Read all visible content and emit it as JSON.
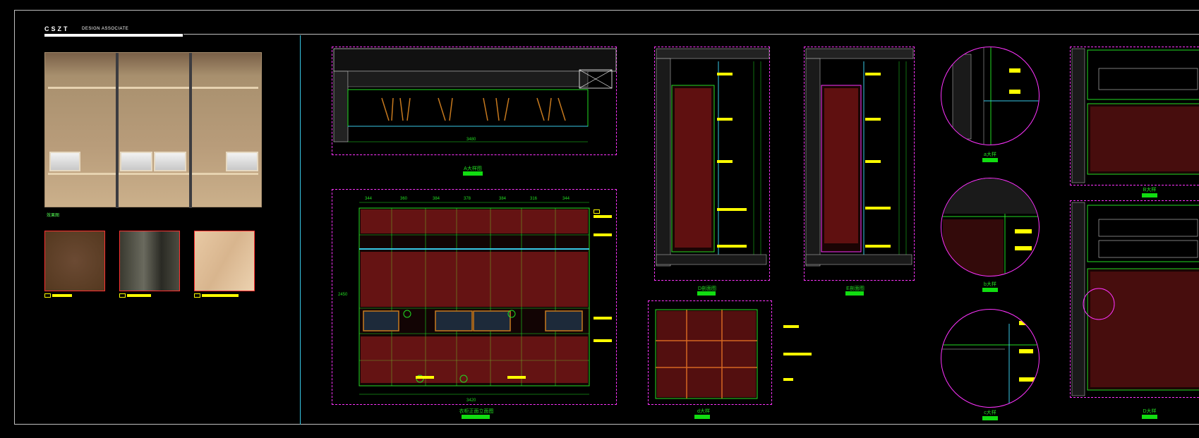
{
  "brand": {
    "name": "CSZT",
    "subtitle": "DESIGN ASSOCIATE"
  },
  "render_caption": "效果图",
  "swatch_labels": [
    "",
    "",
    ""
  ],
  "panels": {
    "plan": {
      "title": "A大样图"
    },
    "elevation": {
      "title": "衣柜正面立面图"
    },
    "section_d": {
      "title": "D剖面图"
    },
    "section_e": {
      "title": "E剖面图"
    },
    "detail_d": {
      "title": "d大样"
    },
    "detail_a": {
      "title": "a大样"
    },
    "detail_b": {
      "title": "b大样"
    },
    "detail_c": {
      "title": "c大样"
    },
    "detail_B": {
      "title": "B大样"
    },
    "detail_D": {
      "title": "D大样"
    }
  },
  "dims": {
    "plan_total": "3480",
    "elev_top": [
      "344",
      "360",
      "384",
      "378",
      "384",
      "316",
      "344"
    ],
    "elev_bottom_total": "3420",
    "elev_height": "2450"
  },
  "colors": {
    "frame": "#bfbfbf",
    "divider": "#37c8e6",
    "panel_border": "#ff33ff",
    "line_green": "#22dd22",
    "label_yellow": "#ffff00",
    "hatch_red": "#ff3030",
    "wood": "#c87a1e"
  }
}
